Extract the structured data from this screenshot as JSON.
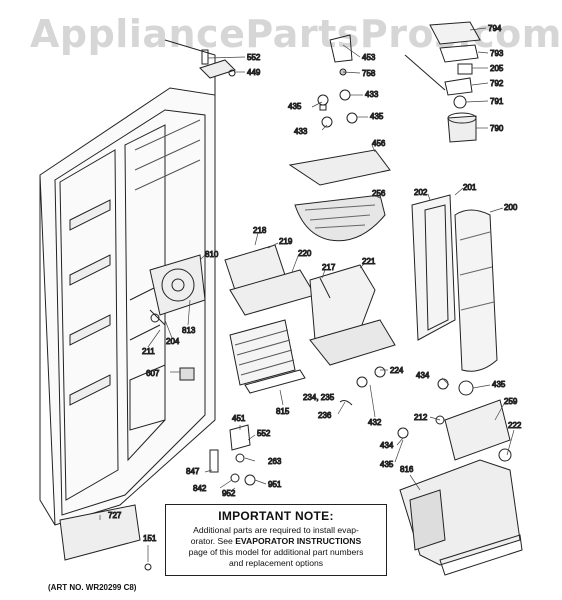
{
  "watermark": "AppliancePartsPros.com",
  "note": {
    "title": "IMPORTANT NOTE:",
    "line1": "Additional parts are required to install evap-",
    "line2_pre": "orator.  See ",
    "line2_bold": "EVAPORATOR INSTRUCTIONS",
    "line3": "page of this model for additional part numbers",
    "line4": "and replacement options"
  },
  "art_no": "(ART NO. WR20299 C8)",
  "part_labels": [
    "552",
    "449",
    "453",
    "758",
    "433",
    "435",
    "433",
    "435",
    "794",
    "793",
    "205",
    "792",
    "791",
    "790",
    "456",
    "256",
    "202",
    "201",
    "200",
    "218",
    "219",
    "220",
    "217",
    "221",
    "810",
    "813",
    "211",
    "204",
    "607",
    "815",
    "224",
    "234, 235",
    "236",
    "432",
    "434",
    "435",
    "212",
    "259",
    "222",
    "451",
    "552",
    "263",
    "847",
    "842",
    "952",
    "951",
    "434",
    "435",
    "816",
    "727",
    "151"
  ]
}
